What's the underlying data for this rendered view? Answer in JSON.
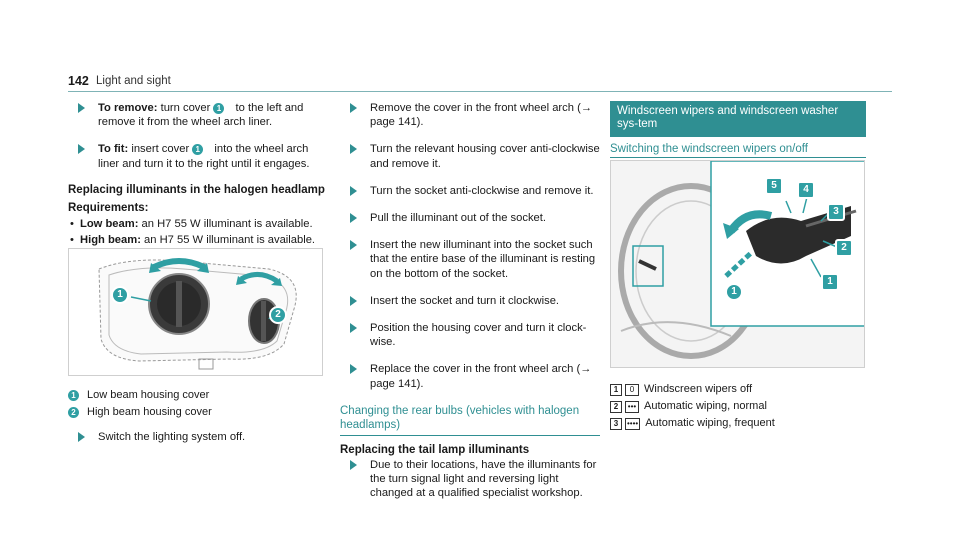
{
  "header": {
    "page_number": "142",
    "section": "Light and sight"
  },
  "col1": {
    "step1_label": "To remove:",
    "step1_text": " turn cover ",
    "step1_text2": " to the left and remove it from the wheel arch liner.",
    "step2_label": "To fit:",
    "step2_text": " insert cover ",
    "step2_text2": " into the wheel arch liner and turn it to the right until it engages.",
    "subheading": "Replacing illuminants in the halogen headlamp",
    "req_label": "Requirements:",
    "req1_label": "Low beam:",
    "req1_text": " an H7 55 W illuminant is available.",
    "req2_label": "High beam:",
    "req2_text": " an H7 55 W illuminant is available.",
    "legend": [
      {
        "num": "1",
        "text": "Low beam housing cover"
      },
      {
        "num": "2",
        "text": "High beam housing cover"
      }
    ],
    "step3_text": "Switch the lighting system off."
  },
  "col2": {
    "steps": [
      "Remove the cover in the front wheel arch (→ page 141).",
      "Turn the relevant housing cover anti-clockwise and remove it.",
      "Turn the socket anti-clockwise and remove it.",
      "Pull the illuminant out of the socket.",
      "Insert the new illuminant into the socket such that the entire base of the illuminant is resting on the bottom of the socket.",
      "Insert the socket and turn it clockwise.",
      "Position the housing cover and turn it clock-wise.",
      "Replace the cover in the front wheel arch (→ page 141)."
    ],
    "heading": "Changing the rear bulbs (vehicles with halogen headlamps)",
    "subheading": "Replacing the tail lamp illuminants",
    "step_last": "Due to their locations, have the illuminants for the turn signal light and reversing light changed at a qualified specialist workshop."
  },
  "col3": {
    "banner": "Windscreen wipers and windscreen washer sys-tem",
    "sublink": "Switching the windscreen wipers on/off",
    "legend": [
      {
        "num": "1",
        "symbol": "0",
        "text": "Windscreen wipers off"
      },
      {
        "num": "2",
        "symbol": "•••",
        "text": "Automatic wiping, normal"
      },
      {
        "num": "3",
        "symbol": "••••",
        "text": "Automatic wiping, frequent"
      }
    ]
  },
  "callouts": {
    "c1": "1",
    "c2": "2",
    "c3": "3",
    "c4": "4",
    "c5": "5"
  },
  "colors": {
    "accent": "#2f8f92",
    "badge": "#2f9fa3"
  }
}
